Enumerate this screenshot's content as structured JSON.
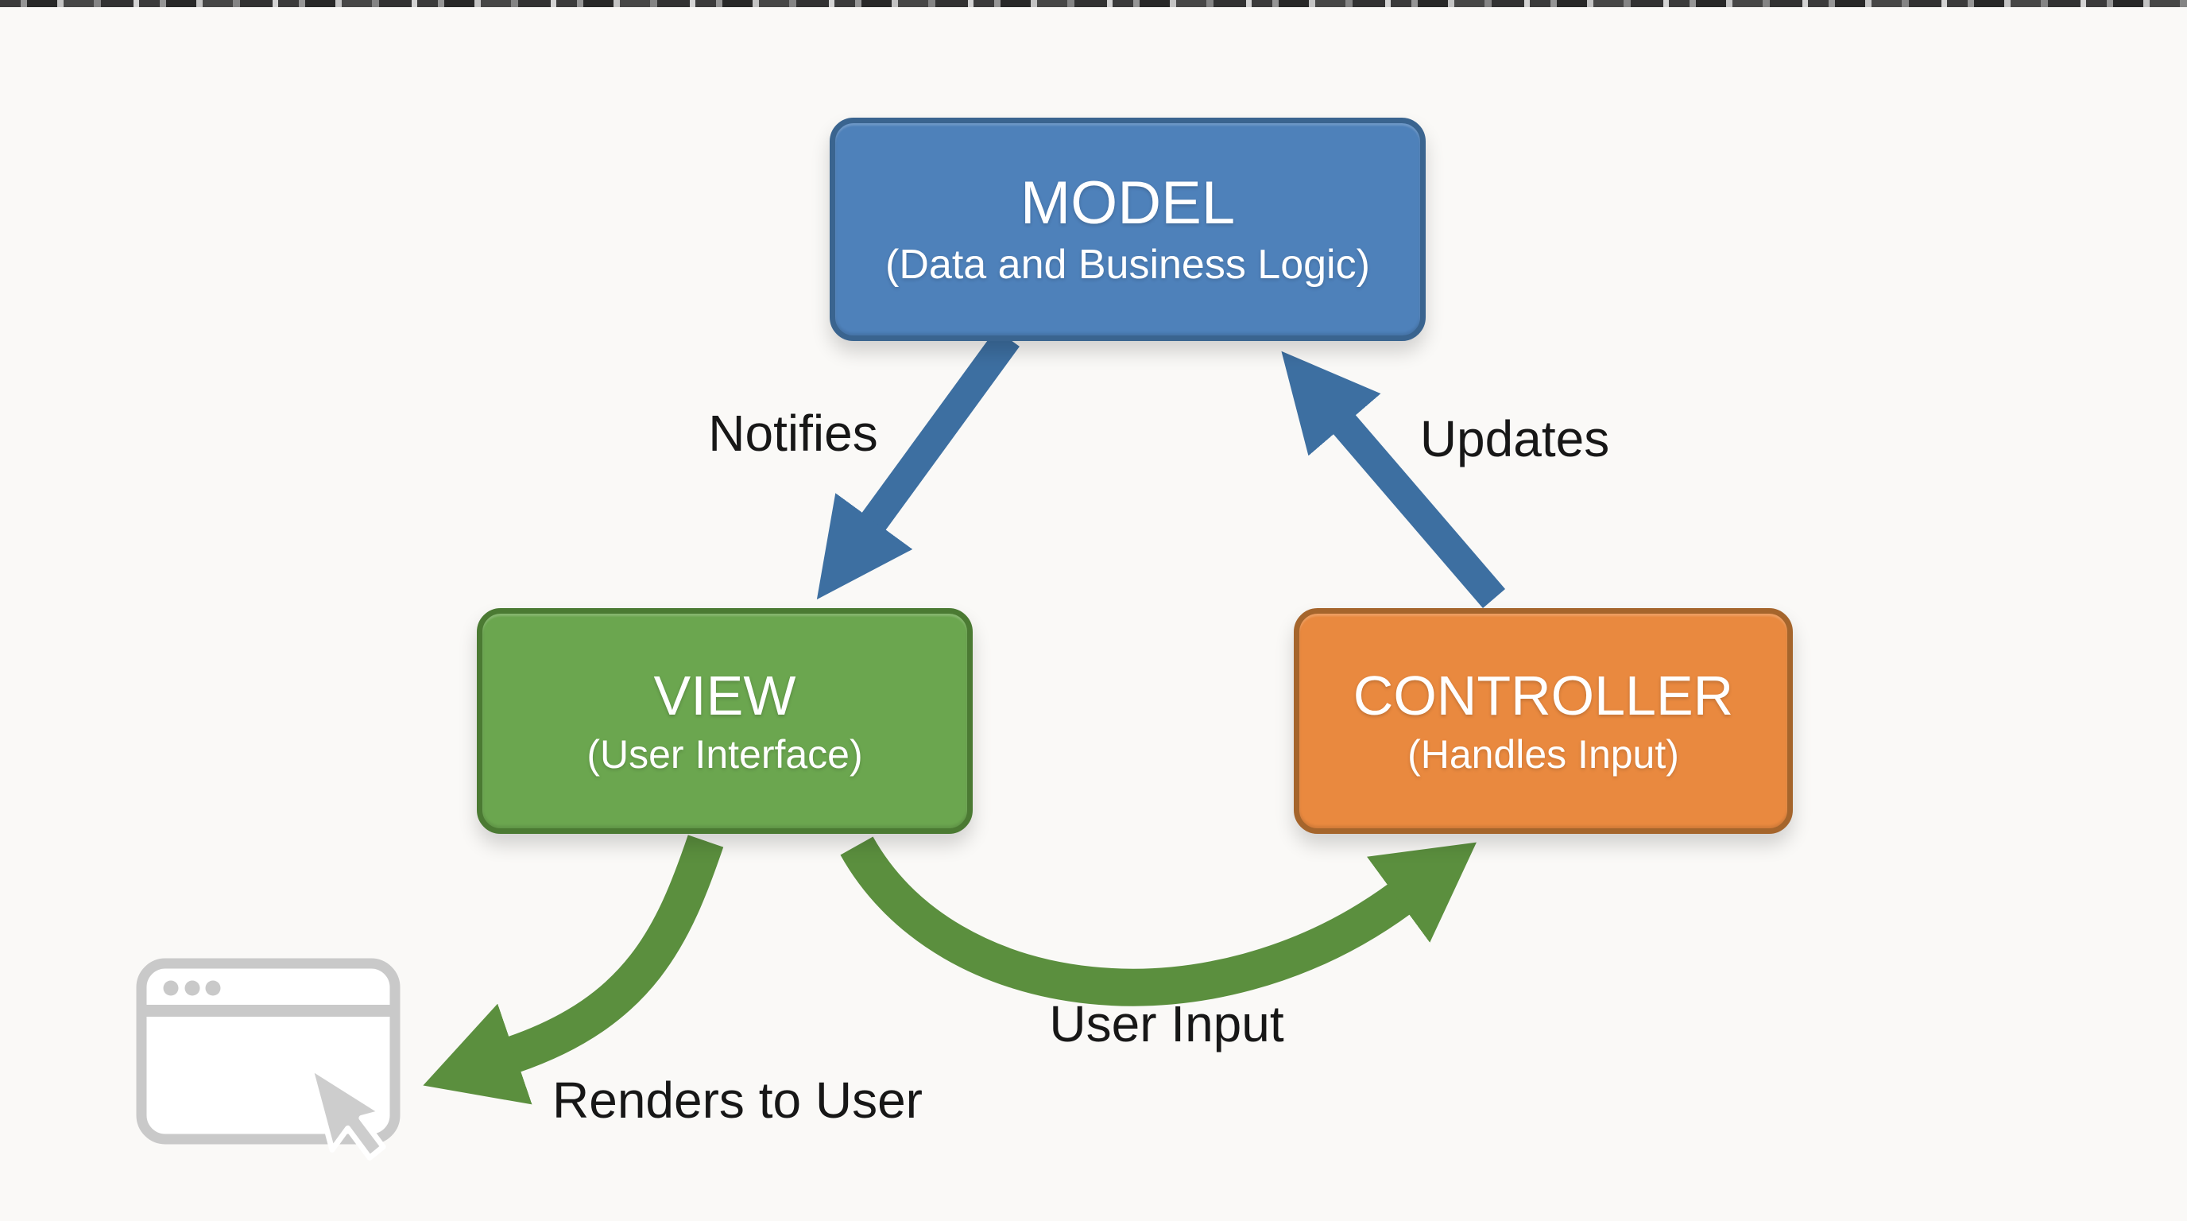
{
  "diagram": {
    "background": "#faf9f7",
    "label_color": "#171717",
    "nodes": {
      "model": {
        "title": "MODEL",
        "subtitle": "(Data and Business Logic)",
        "fill": "#4e81ba",
        "border": "#3a648f",
        "text_color": "#ffffff"
      },
      "view": {
        "title": "VIEW",
        "subtitle": "(User Interface)",
        "fill": "#6ba64f",
        "border": "#4b7a33",
        "text_color": "#ffffff"
      },
      "controller": {
        "title": "CONTROLLER",
        "subtitle": "(Handles Input)",
        "fill": "#e9893f",
        "border": "#a5652c",
        "text_color": "#ffffff"
      }
    },
    "edges": {
      "notifies": {
        "label": "Notifies",
        "from": "MODEL",
        "to": "VIEW",
        "color": "#3d6fa1"
      },
      "updates": {
        "label": "Updates",
        "from": "CONTROLLER",
        "to": "MODEL",
        "color": "#3d6fa1"
      },
      "user_input": {
        "label": "User Input",
        "from": "VIEW",
        "to": "CONTROLLER",
        "color": "#5b8f3e"
      },
      "renders": {
        "label": "Renders to User",
        "from": "VIEW",
        "to": "user-browser",
        "color": "#5b8f3e"
      }
    },
    "icons": {
      "browser_window": "browser-window-icon",
      "cursor": "cursor-arrow-icon",
      "icon_gray": "#c9c9c9",
      "cursor_gray": "#cdcdcd"
    }
  }
}
